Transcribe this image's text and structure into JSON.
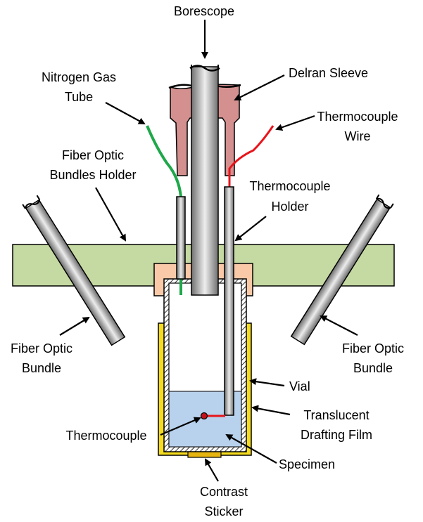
{
  "labels": {
    "borescope": "Borescope",
    "delran_sleeve": "Delran Sleeve",
    "nitrogen_line1": "Nitrogen Gas",
    "nitrogen_line2": "Tube",
    "thermocouple_wire_line1": "Thermocouple",
    "thermocouple_wire_line2": "Wire",
    "fiber_holder_line1": "Fiber Optic",
    "fiber_holder_line2": "Bundles Holder",
    "tc_holder_line1": "Thermocouple",
    "tc_holder_line2": "Holder",
    "fiber_left_line1": "Fiber Optic",
    "fiber_left_line2": "Bundle",
    "fiber_right_line1": "Fiber Optic",
    "fiber_right_line2": "Bundle",
    "vial": "Vial",
    "film_line1": "Translucent",
    "film_line2": "Drafting Film",
    "thermocouple": "Thermocouple",
    "specimen": "Specimen",
    "sticker_line1": "Contrast",
    "sticker_line2": "Sticker"
  },
  "colors": {
    "delran_sleeve": "#d4908f",
    "holder_plate": "#c5d9a2",
    "vial_cap": "#f9c9a8",
    "specimen_liquid": "#b8d1ec",
    "drafting_film": "#f5dc1f",
    "sticker": "#e6b510",
    "nitrogen_tube": "#1fa84a",
    "thermocouple_wire": "#e8141b",
    "rod_mid": "#e3e3e3",
    "rod_dark": "#6c6c6c"
  }
}
